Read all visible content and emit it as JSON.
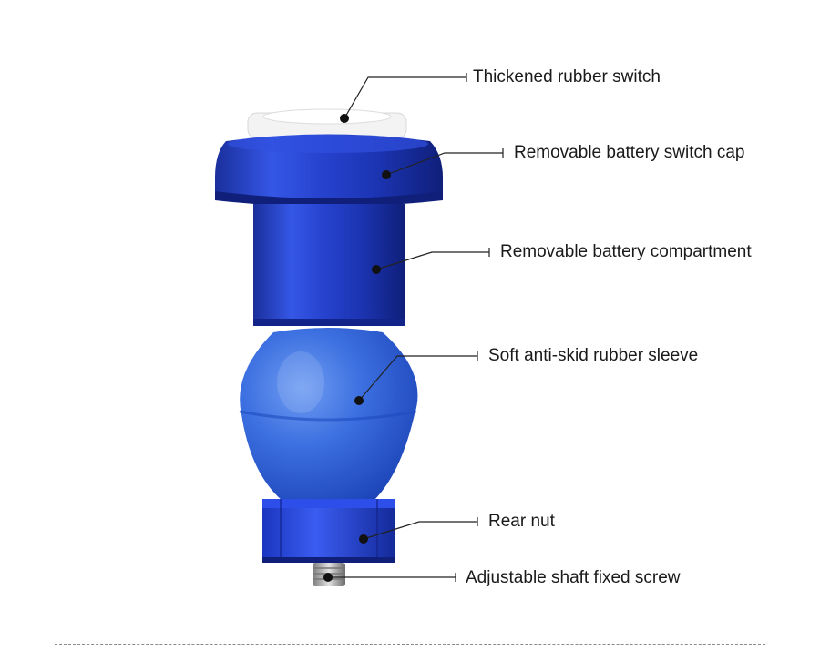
{
  "product": {
    "name_icon": "handlebar-light-knob-product-photo",
    "accent_color": "#2a4fd8",
    "sleeve_color": "#3a6ee0"
  },
  "callouts": [
    {
      "id": "switch",
      "label": "Thickened rubber switch"
    },
    {
      "id": "cap",
      "label": "Removable battery switch cap"
    },
    {
      "id": "compartment",
      "label": "Removable battery compartment"
    },
    {
      "id": "sleeve",
      "label": "Soft anti-skid rubber sleeve"
    },
    {
      "id": "nut",
      "label": "Rear nut"
    },
    {
      "id": "screw",
      "label": "Adjustable shaft fixed screw"
    }
  ]
}
